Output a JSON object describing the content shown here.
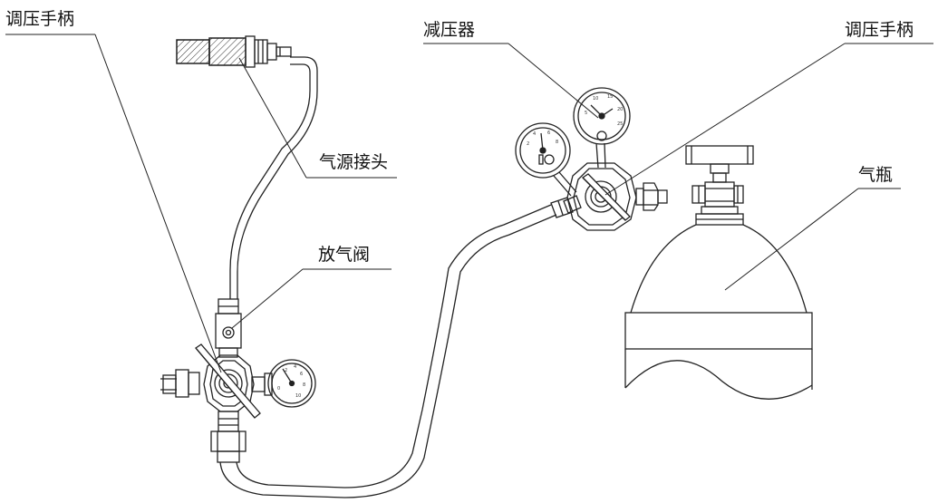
{
  "labels": {
    "handle_left": "调压手柄",
    "source_connector": "气源接头",
    "vent_valve": "放气阀",
    "pressure_reducer": "减压器",
    "handle_right": "调压手柄",
    "gas_cylinder": "气瓶"
  }
}
